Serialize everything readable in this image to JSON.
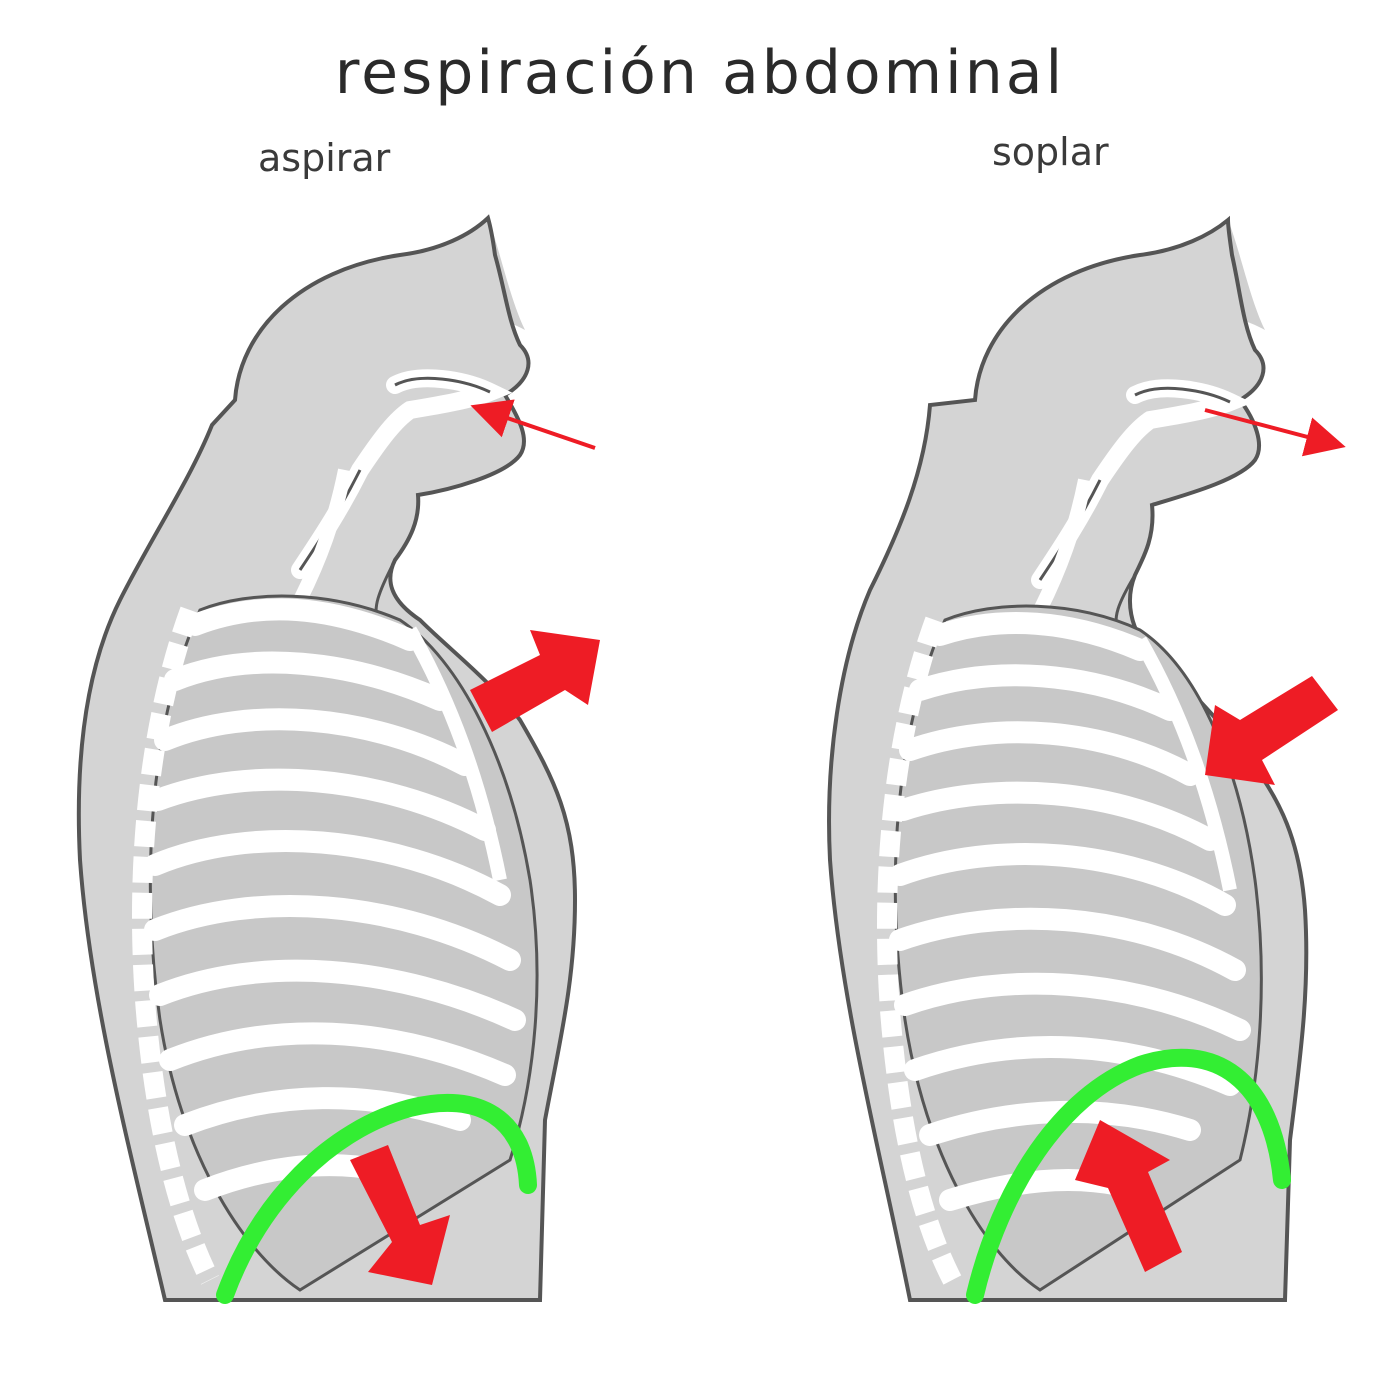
{
  "diagram": {
    "title": "respiración abdominal",
    "panels": [
      {
        "label": "aspirar",
        "air_flow": "in",
        "chest": "expand",
        "diaphragm": "down"
      },
      {
        "label": "soplar",
        "air_flow": "out",
        "chest": "contract",
        "diaphragm": "up"
      }
    ],
    "colors": {
      "body_fill": "#d4d4d4",
      "outline": "#555555",
      "rib": "#ffffff",
      "arrow": "#ee1c25",
      "diaphragm": "#33ee33"
    }
  }
}
